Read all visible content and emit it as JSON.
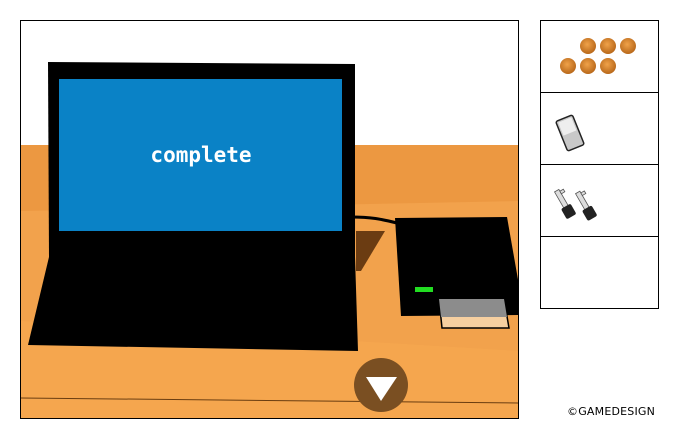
{
  "scene": {
    "laptop_screen_text": "complete",
    "screen_color": "#0a82c6",
    "table_color": "#f0a04a",
    "nav_button": {
      "direction": "down",
      "icon": "down-arrow-icon"
    }
  },
  "inventory": {
    "slots": [
      {
        "item": "orange-balls",
        "count": 6
      },
      {
        "item": "card"
      },
      {
        "item": "keys",
        "count": 2
      },
      {
        "item": null
      }
    ]
  },
  "footer": {
    "copyright": "©GAMEDESIGN"
  }
}
